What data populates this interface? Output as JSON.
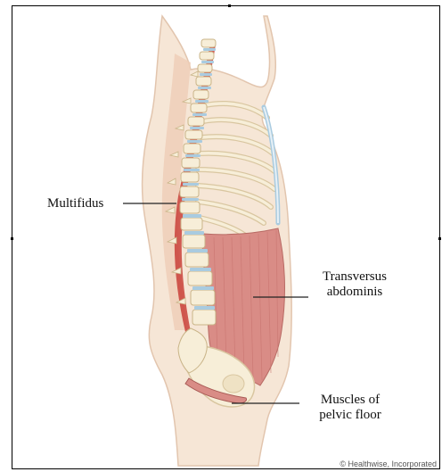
{
  "labels": {
    "multifidus": "Multifidus",
    "transversus_line1": "Transversus",
    "transversus_line2": "abdominis",
    "pelvic_line1": "Muscles of",
    "pelvic_line2": "pelvic floor"
  },
  "credit": "© Healthwise, Incorporated",
  "colors": {
    "skin": "#f6e6d6",
    "skin_outline": "#e2c5ae",
    "bone": "#f7eed8",
    "bone_outline": "#d9c6a0",
    "disc": "#a9cbe0",
    "muscle": "#d98c86",
    "multifidus": "#c9413a"
  }
}
